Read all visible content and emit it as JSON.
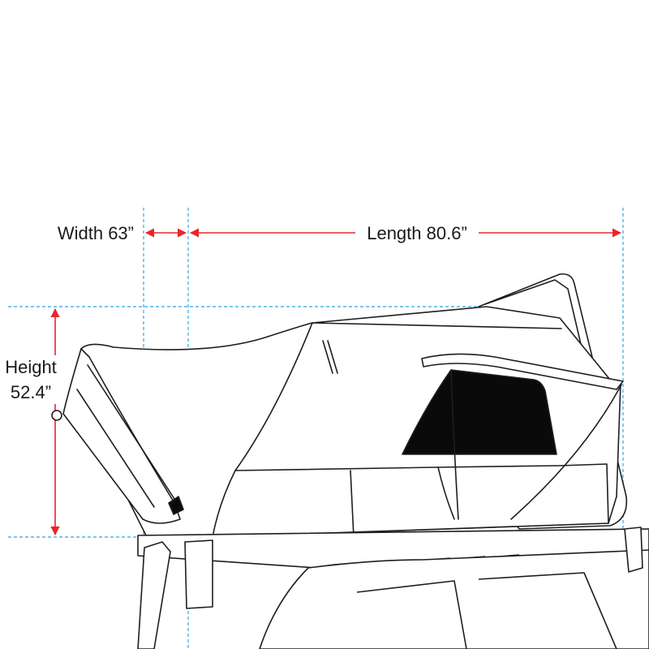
{
  "dimensions": {
    "width_label": "Width 63”",
    "length_label": "Length 80.6”",
    "height_label_line1": "Height",
    "height_label_line2": "52.4”"
  },
  "colors": {
    "guide": "#4fb3e8",
    "arrow": "#e8262d",
    "outline": "#1e1e1e",
    "window": "#0a0a0a",
    "background": "#ffffff"
  }
}
